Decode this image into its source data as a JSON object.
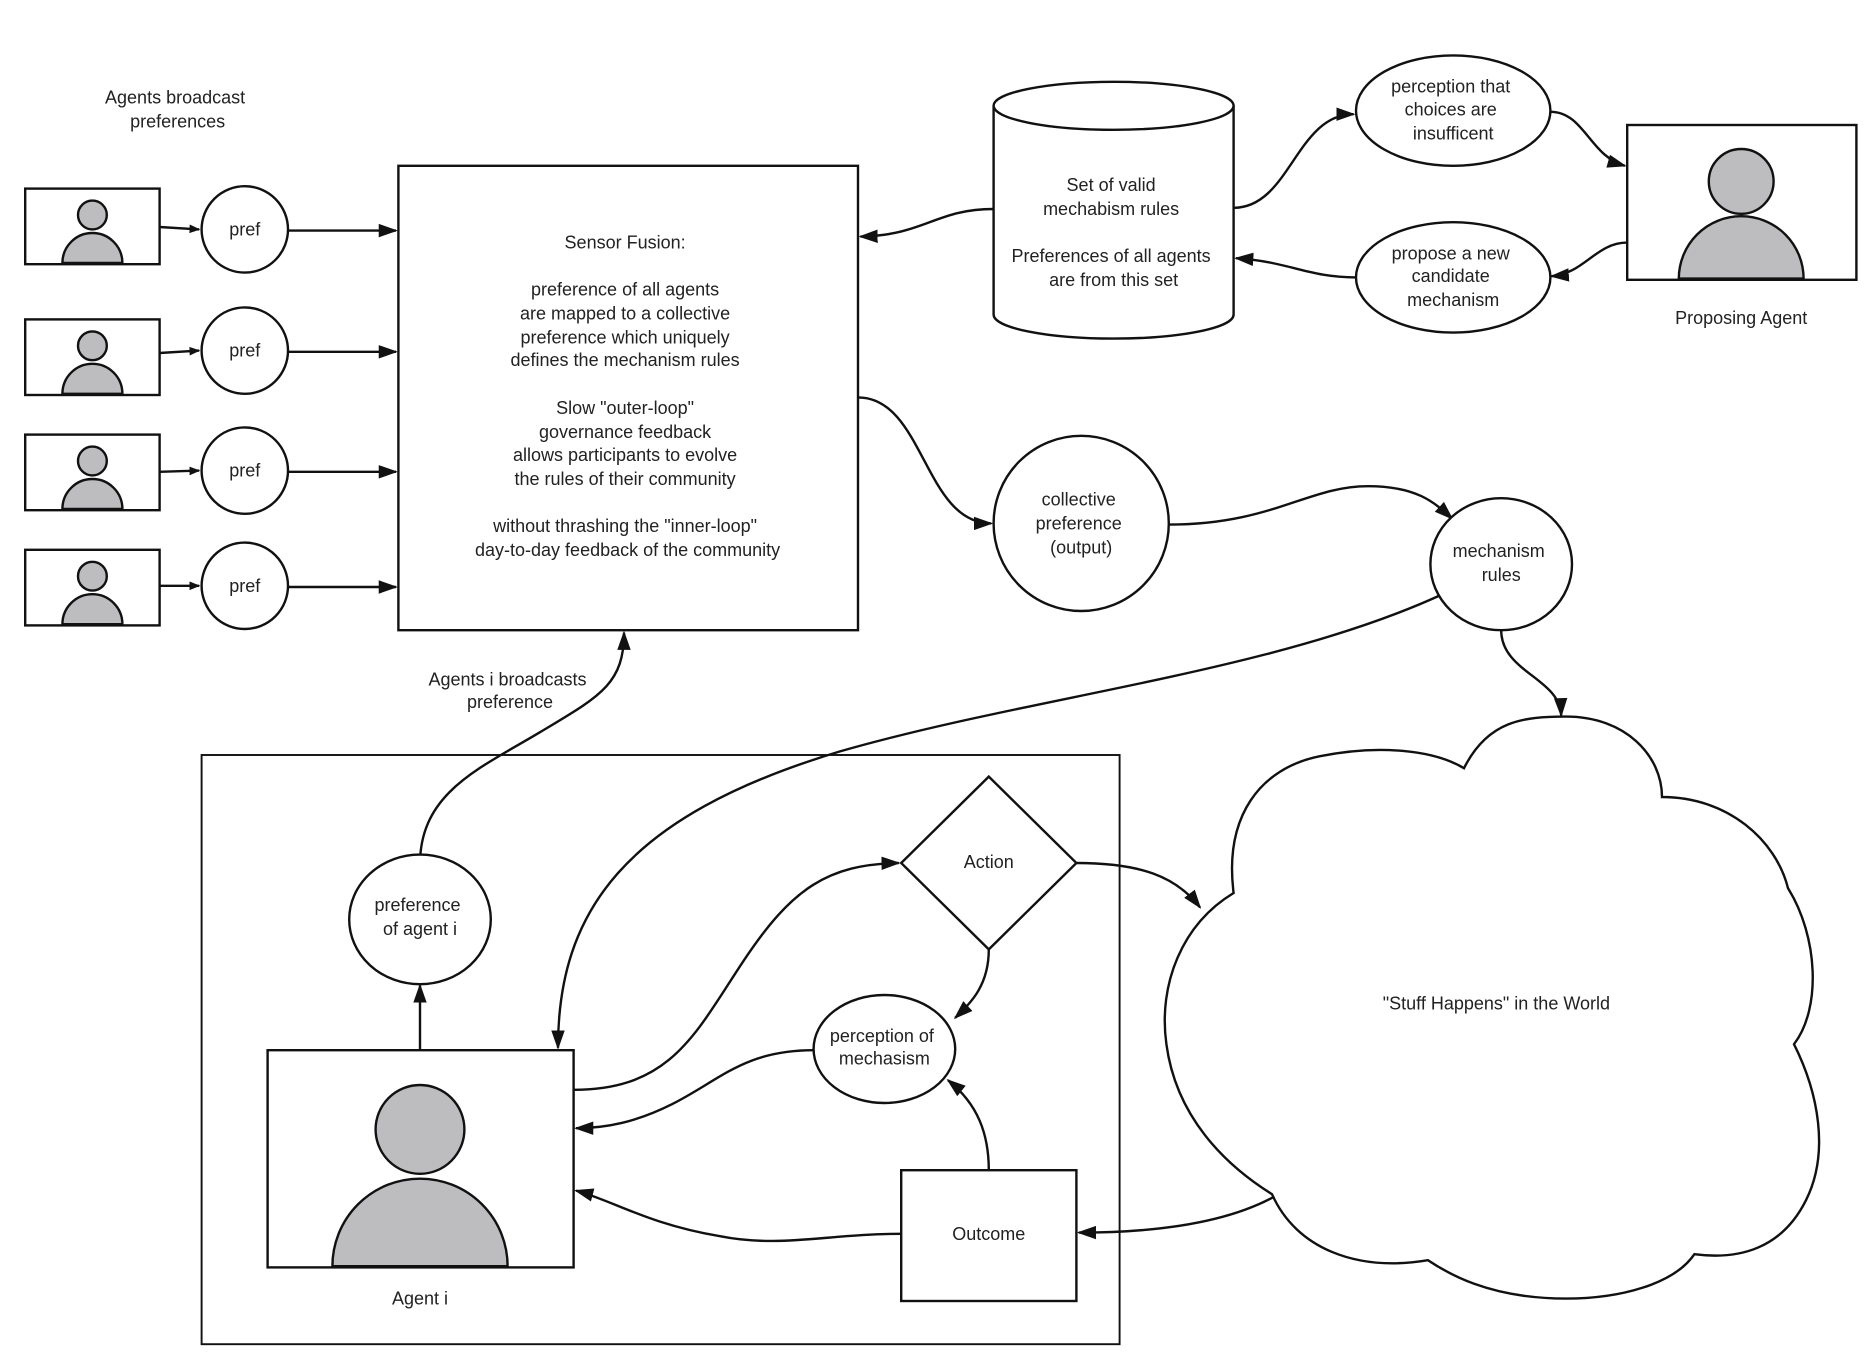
{
  "diagram": {
    "colors": {
      "stroke": "#111111",
      "person_fill": "#bdbdc0",
      "background": "#ffffff"
    },
    "top_left_caption": [
      "Agents broadcast",
      "preferences"
    ],
    "pref_nodes": [
      {
        "label": "pref"
      },
      {
        "label": "pref"
      },
      {
        "label": "pref"
      },
      {
        "label": "pref"
      }
    ],
    "sensor_fusion": {
      "lines": [
        "Sensor Fusion:",
        "",
        "preference of all agents",
        "are mapped to a collective",
        "preference which uniquely",
        "defines the mechanism rules",
        "",
        "Slow \"outer-loop\"",
        "governance feedback",
        "allows participants to evolve",
        "the rules of their community",
        "",
        "without thrashing the \"inner-loop\"",
        "day-to-day feedback of the community"
      ]
    },
    "rules_store": {
      "lines": [
        "Set of valid",
        "mechabism rules",
        "",
        "Preferences of all agents",
        "are from this set"
      ]
    },
    "perception_insufficient": {
      "lines": [
        "perception that",
        "choices are",
        "insufficent"
      ]
    },
    "propose_candidate": {
      "lines": [
        "propose a new",
        "candidate",
        "mechanism"
      ]
    },
    "proposing_agent": {
      "label": "Proposing Agent"
    },
    "collective_preference": {
      "lines": [
        "collective",
        "preference",
        "(output)"
      ]
    },
    "mechanism_rules": {
      "lines": [
        "mechanism",
        "rules"
      ]
    },
    "agent_broadcast_caption": [
      "Agents i broadcasts",
      "preference"
    ],
    "preference_of_agent": {
      "lines": [
        "preference",
        "of agent i"
      ]
    },
    "action": {
      "label": "Action"
    },
    "perception_of_mechanism": {
      "lines": [
        "perception of",
        "mechasism"
      ]
    },
    "outcome": {
      "label": "Outcome"
    },
    "agent_i": {
      "label": "Agent i"
    },
    "world": {
      "label": "\"Stuff Happens\" in the World"
    }
  }
}
